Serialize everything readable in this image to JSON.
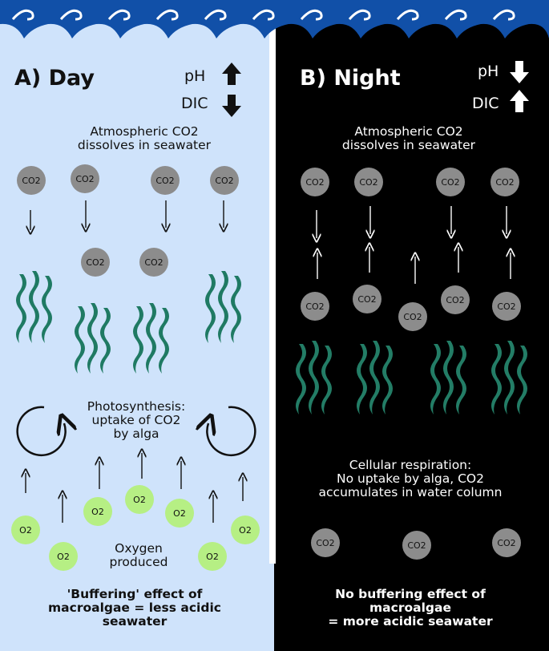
{
  "colors": {
    "day_bg": "#cfe3fb",
    "night_bg": "#000000",
    "wave": "#1150a8",
    "seaweed": "#1f7a63",
    "co2_bubble": "#8c8c8c",
    "o2_bubble": "#b6ef84"
  },
  "day": {
    "title": "A) Day",
    "ph_label": "pH",
    "dic_label": "DIC",
    "ph_arrow": "up",
    "dic_arrow": "down",
    "atmos_line1": "Atmospheric CO2",
    "atmos_line2": "dissolves in seawater",
    "co2_label": "CO2",
    "o2_label": "O2",
    "photo_line1": "Photosynthesis:",
    "photo_line2": "uptake of CO2",
    "photo_line3": "by alga",
    "oxygen_line1": "Oxygen",
    "oxygen_line2": "produced",
    "effect_line1": "'Buffering' effect of",
    "effect_line2": "macroalgae = less acidic",
    "effect_line3": "seawater"
  },
  "night": {
    "title": "B) Night",
    "ph_label": "pH",
    "dic_label": "DIC",
    "ph_arrow": "down",
    "dic_arrow": "up",
    "atmos_line1": "Atmospheric CO2",
    "atmos_line2": "dissolves in seawater",
    "co2_label": "CO2",
    "resp_line1": "Cellular respiration:",
    "resp_line2": "No uptake by alga, CO2",
    "resp_line3": "accumulates in water column",
    "effect_line1": "No buffering effect of",
    "effect_line2": "macroalgae",
    "effect_line3": "= more acidic seawater"
  }
}
